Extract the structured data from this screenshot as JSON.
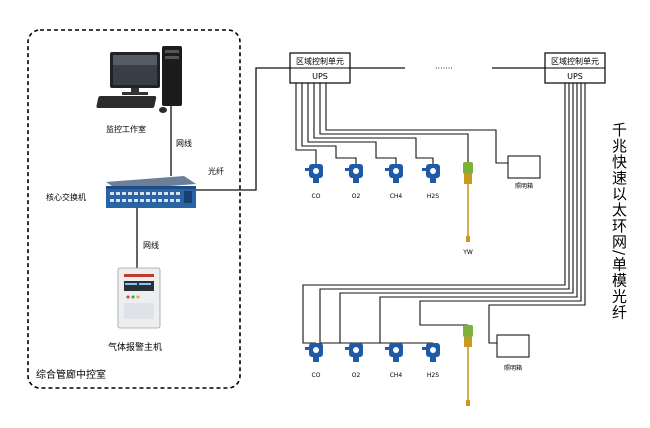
{
  "control_room": {
    "title": "综合管廊中控室",
    "workstation_label": "监控工作室",
    "switch_label": "核心交换机",
    "alarm_host_label": "气体报警主机",
    "link_workstation": "网线",
    "link_alarm": "网线",
    "link_fiber": "光纤"
  },
  "units": [
    {
      "title": "区域控制单元",
      "ups": "UPS"
    },
    {
      "title": "区域控制单元",
      "ups": "UPS"
    }
  ],
  "ellipsis": "·······",
  "vertical_label": "千兆快速以太环网/单模光纤",
  "upper_row": {
    "sensors": [
      "CO",
      "O2",
      "CH4",
      "H2S"
    ],
    "probe": "YW",
    "lighting": "照明箱"
  },
  "lower_row": {
    "sensors": [
      "CO",
      "O2",
      "CH4",
      "H2S"
    ],
    "lighting": "照明箱"
  },
  "colors": {
    "line": "#111111",
    "sensor_blue": "#1f5aa8",
    "probe_green": "#7db23a",
    "probe_gold": "#c99a22",
    "switch_blue": "#2a63a8"
  }
}
